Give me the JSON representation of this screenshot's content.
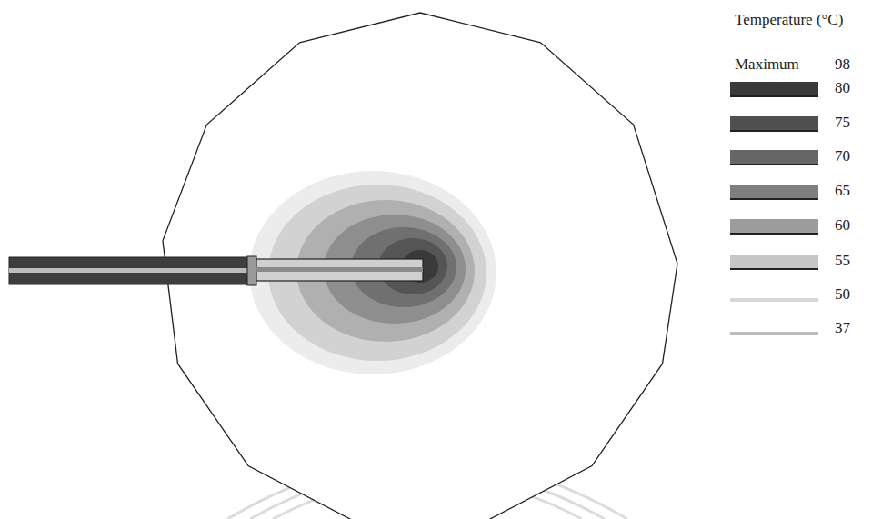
{
  "diagram": {
    "labels": [
      "Temperature (°C)",
      "Maximum",
      "98"
    ],
    "legend": [
      {
        "text": "80",
        "color": "#3a3a3a"
      },
      {
        "text": "75",
        "color": "#505050"
      },
      {
        "text": "70",
        "color": "#666666"
      },
      {
        "text": "65",
        "color": "#7e7e7e"
      },
      {
        "text": "60",
        "color": "#9c9c9c"
      },
      {
        "text": "55",
        "color": "#c6c6c6"
      },
      {
        "text": "50",
        "color": "#d8d8d8"
      },
      {
        "text": "37",
        "color": "#bdbdbd"
      }
    ]
  }
}
